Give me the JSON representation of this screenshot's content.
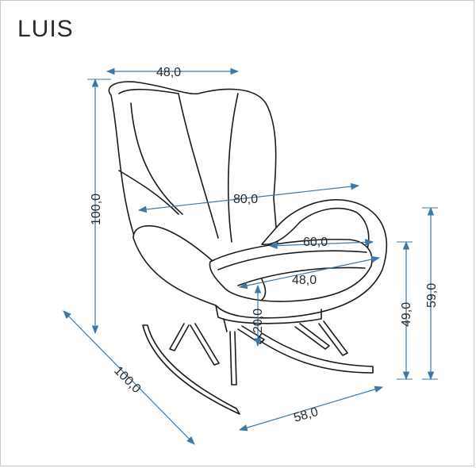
{
  "product": {
    "name": "LUIS"
  },
  "dimensions": [
    {
      "id": "back-width",
      "label": "48,0"
    },
    {
      "id": "seat-width",
      "label": "80,0"
    },
    {
      "id": "height",
      "label": "100,0"
    },
    {
      "id": "armrest-width",
      "label": "60,0"
    },
    {
      "id": "seat-depth",
      "label": "48,0"
    },
    {
      "id": "leg-height",
      "label": "20,0"
    },
    {
      "id": "seat-height",
      "label": "49,0"
    },
    {
      "id": "armrest-height",
      "label": "59,0"
    },
    {
      "id": "length",
      "label": "100,0"
    },
    {
      "id": "depth",
      "label": "58,0"
    }
  ],
  "colors": {
    "dimension_line": "#3c78a8",
    "outline": "#1b1b1b"
  }
}
